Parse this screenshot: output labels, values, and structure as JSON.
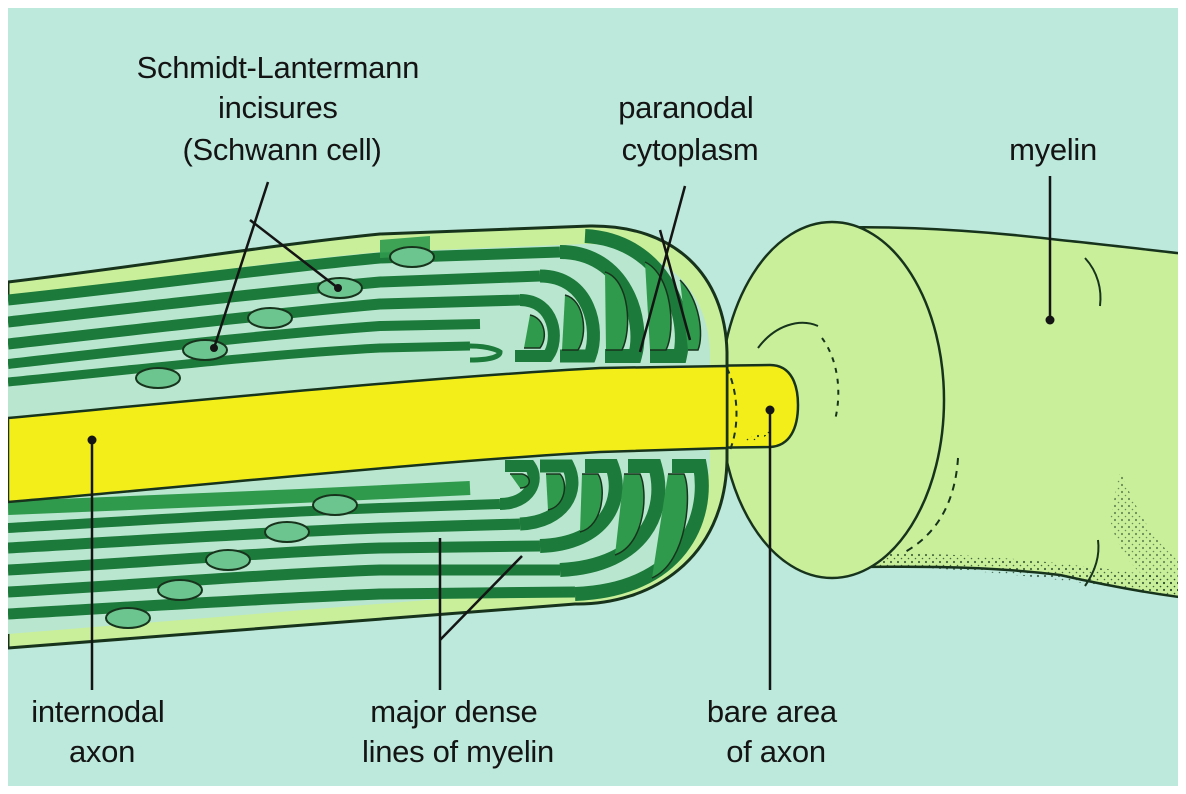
{
  "labels": {
    "schmidt_lantermann": [
      "Schmidt-Lantermann",
      "incisures",
      "(Schwann cell)"
    ],
    "paranodal_cytoplasm": [
      "paranodal",
      "cytoplasm"
    ],
    "myelin": [
      "myelin"
    ],
    "internodal_axon": [
      "internodal",
      "axon"
    ],
    "major_dense_lines": [
      "major dense",
      "lines of myelin"
    ],
    "bare_area": [
      "bare area",
      "of axon"
    ]
  },
  "colors": {
    "background": "#bde8dc",
    "axon": "#f3ee1a",
    "dark_green": "#1c7a3a",
    "mid_green": "#2f9a4c",
    "light_lamella": "#b9e6cf",
    "pale_green": "#c9ef9a",
    "incisure": "#6cc48f",
    "outline": "#17331c"
  }
}
